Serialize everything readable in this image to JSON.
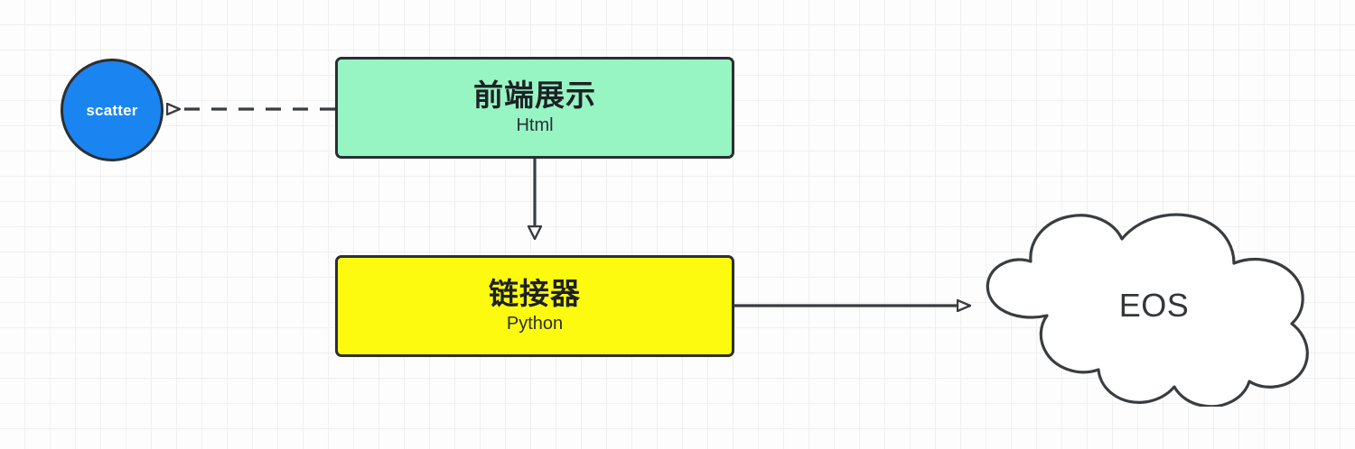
{
  "diagram": {
    "background": {
      "grid": true,
      "grid_color": "#f0f0f0",
      "canvas_color": "#fdfdfd"
    },
    "nodes": [
      {
        "id": "scatter",
        "shape": "circle",
        "label": "scatter",
        "fill": "#1a85f0",
        "stroke": "#2b2f33",
        "text_color": "#ffffff"
      },
      {
        "id": "frontend",
        "shape": "rectangle",
        "title": "前端展示",
        "subtitle": "Html",
        "fill": "#97f5c4",
        "stroke": "#2b2f33",
        "text_color": "#1d2125"
      },
      {
        "id": "linker",
        "shape": "rectangle",
        "title": "链接器",
        "subtitle": "Python",
        "fill": "#fdfa10",
        "stroke": "#2b2f33",
        "text_color": "#1d2125"
      },
      {
        "id": "eos",
        "shape": "cloud",
        "label": "EOS",
        "fill": "#ffffff",
        "stroke": "#3a3d40",
        "text_color": "#333739"
      }
    ],
    "edges": [
      {
        "id": "frontend-to-scatter",
        "from": "frontend",
        "to": "scatter",
        "style": "dashed",
        "arrowhead": "open-triangle",
        "direction": "left",
        "color": "#3a3d40"
      },
      {
        "id": "frontend-to-linker",
        "from": "frontend",
        "to": "linker",
        "style": "solid",
        "arrowhead": "open-triangle",
        "direction": "down",
        "color": "#3a3d40"
      },
      {
        "id": "linker-to-eos",
        "from": "linker",
        "to": "eos",
        "style": "solid",
        "arrowhead": "open-triangle",
        "direction": "right",
        "color": "#3a3d40"
      }
    ]
  }
}
